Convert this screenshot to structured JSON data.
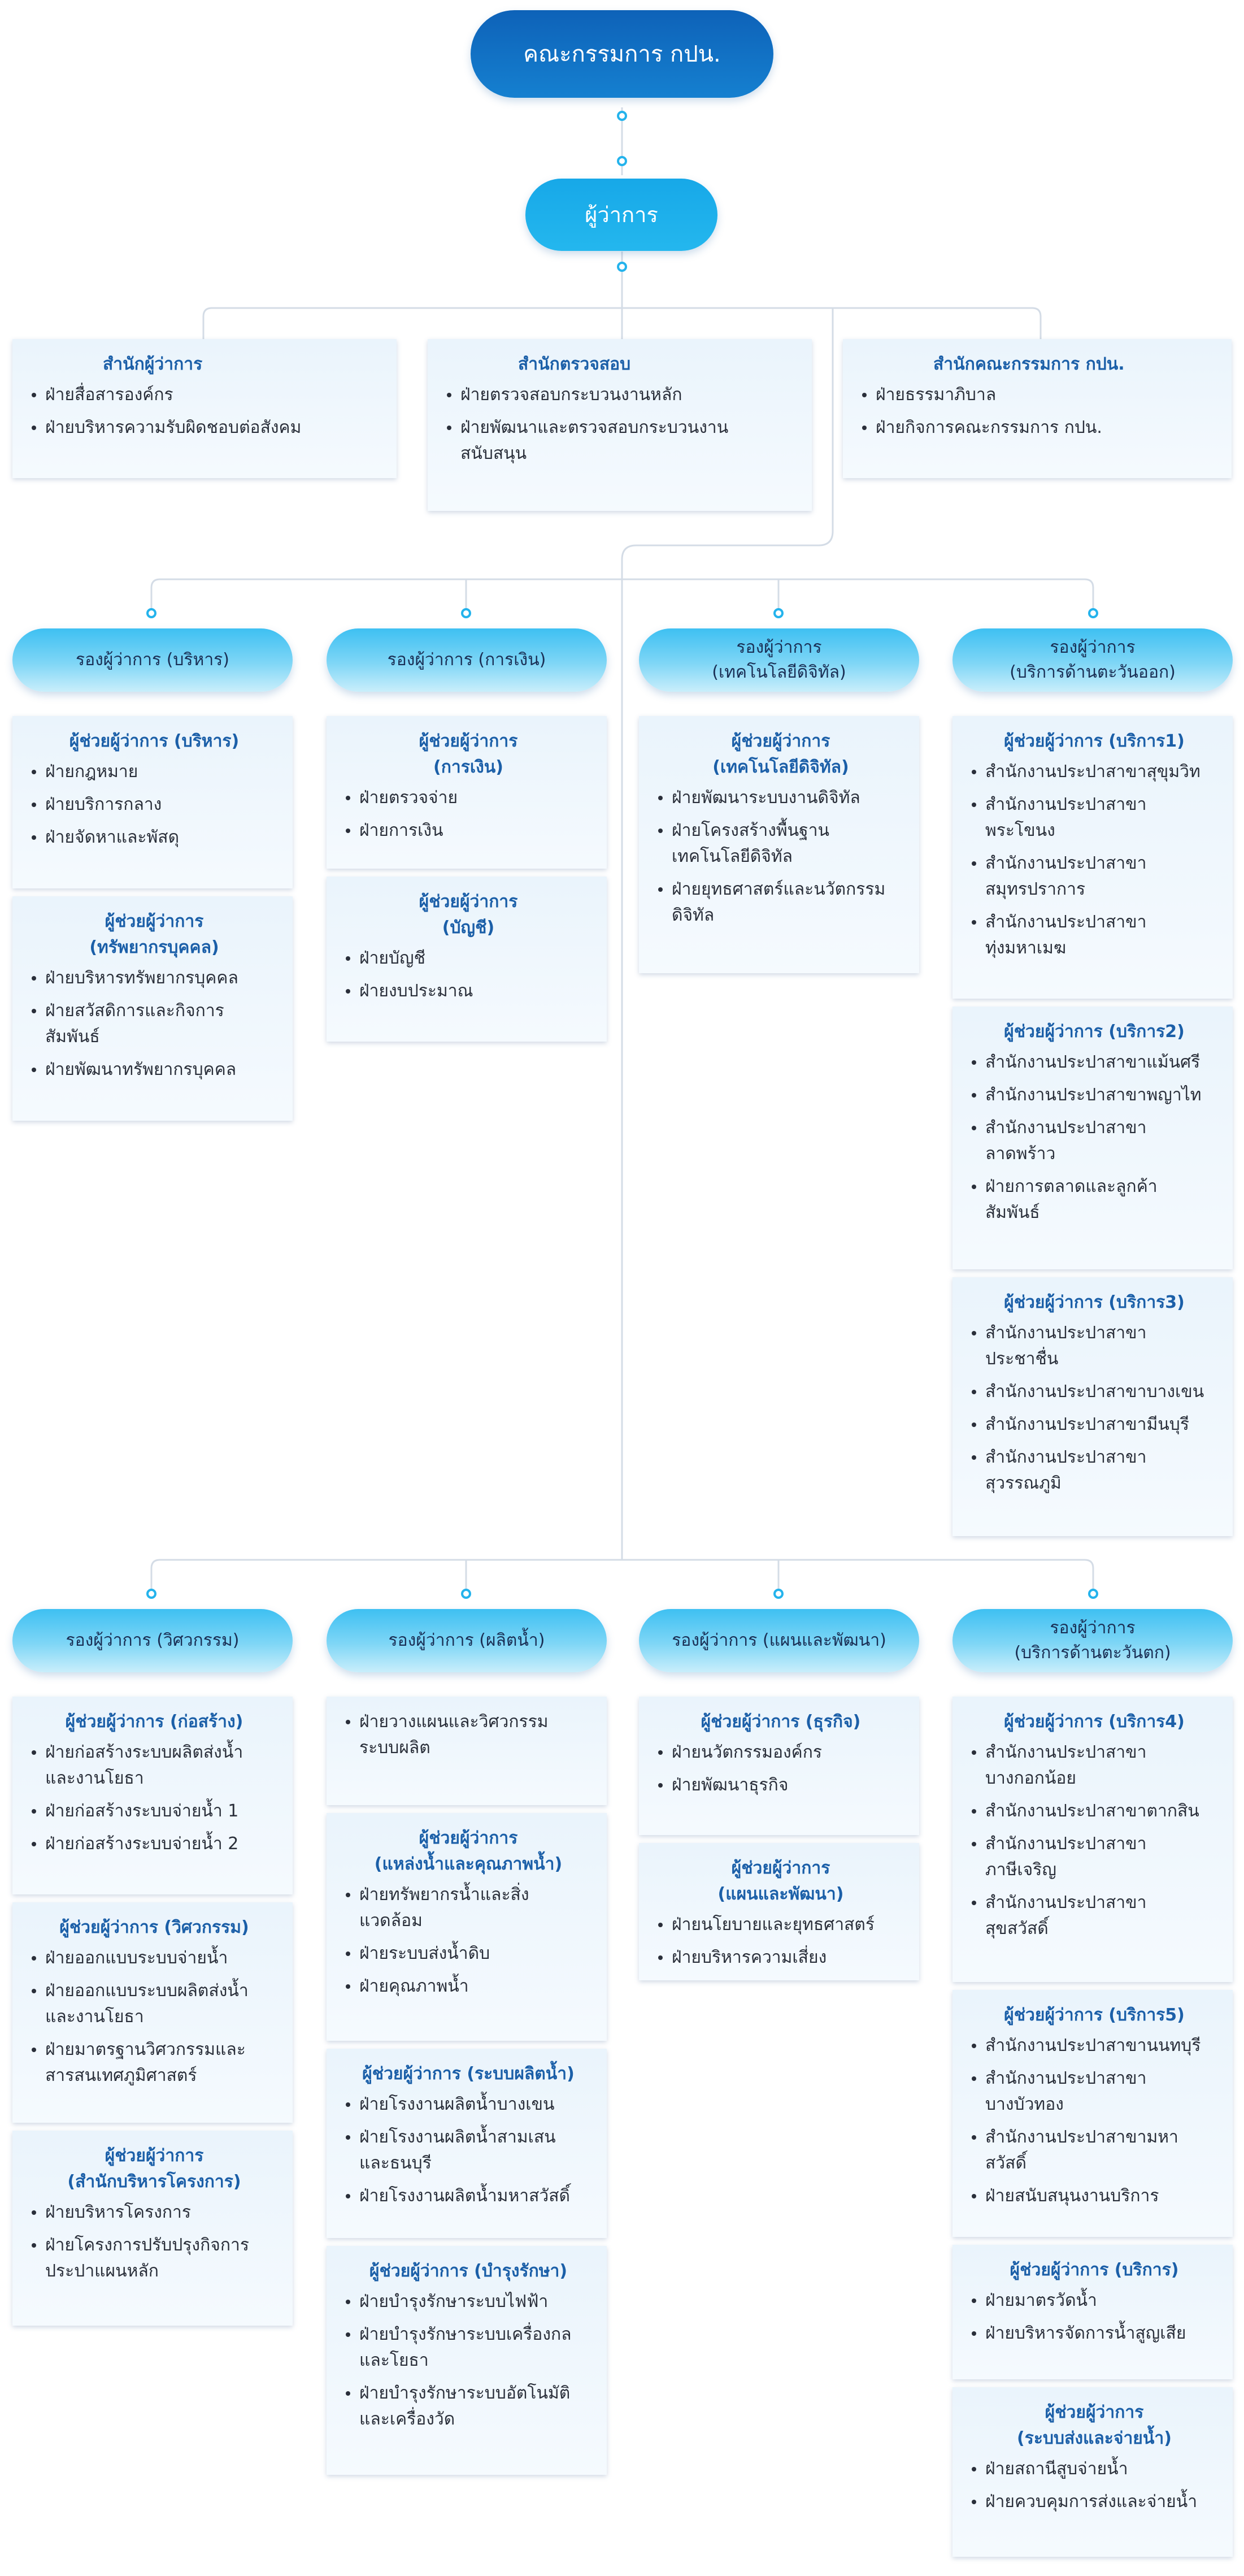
{
  "board": "คณะกรรมการ กปน.",
  "governor": "ผู้ว่าการ",
  "offices": [
    {
      "title": "สำนักผู้ว่าการ",
      "items": [
        "ฝ่ายสื่อสารองค์กร",
        "ฝ่ายบริหารความรับผิดชอบต่อสังคม"
      ]
    },
    {
      "title": "สำนักตรวจสอบ",
      "items": [
        "ฝ่ายตรวจสอบกระบวนงานหลัก",
        "ฝ่ายพัฒนาและตรวจสอบกระบวนงาน\nสนับสนุน"
      ]
    },
    {
      "title": "สำนักคณะกรรมการ กปน.",
      "items": [
        "ฝ่ายธรรมาภิบาล",
        "ฝ่ายกิจการคณะกรรมการ กปน."
      ]
    }
  ],
  "deputies_top": [
    {
      "title": "รองผู้ว่าการ (บริหาร)",
      "groups": [
        {
          "title": "ผู้ช่วยผู้ว่าการ (บริหาร)",
          "items": [
            "ฝ่ายกฎหมาย",
            "ฝ่ายบริการกลาง",
            "ฝ่ายจัดหาและพัสดุ"
          ]
        },
        {
          "title": "ผู้ช่วยผู้ว่าการ\n(ทรัพยากรบุคคล)",
          "items": [
            "ฝ่ายบริหารทรัพยากรบุคคล",
            "ฝ่ายสวัสดิการและกิจการ\nสัมพันธ์",
            "ฝ่ายพัฒนาทรัพยากรบุคคล"
          ]
        }
      ]
    },
    {
      "title": "รองผู้ว่าการ (การเงิน)",
      "groups": [
        {
          "title": "ผู้ช่วยผู้ว่าการ\n(การเงิน)",
          "items": [
            "ฝ่ายตรวจจ่าย",
            "ฝ่ายการเงิน"
          ]
        },
        {
          "title": "ผู้ช่วยผู้ว่าการ\n(บัญชี)",
          "items": [
            "ฝ่ายบัญชี",
            "ฝ่ายงบประมาณ"
          ]
        }
      ]
    },
    {
      "title": "รองผู้ว่าการ\n(เทคโนโลยีดิจิทัล)",
      "groups": [
        {
          "title": "ผู้ช่วยผู้ว่าการ\n(เทคโนโลยีดิจิทัล)",
          "items": [
            "ฝ่ายพัฒนาระบบงานดิจิทัล",
            "ฝ่ายโครงสร้างพื้นฐาน\nเทคโนโลยีดิจิทัล",
            "ฝ่ายยุทธศาสตร์และนวัตกรรม\nดิจิทัล"
          ]
        }
      ]
    },
    {
      "title": "รองผู้ว่าการ\n(บริการด้านตะวันออก)",
      "groups": [
        {
          "title": "ผู้ช่วยผู้ว่าการ (บริการ1)",
          "items": [
            "สำนักงานประปาสาขาสุขุมวิท",
            "สำนักงานประปาสาขา\nพระโขนง",
            "สำนักงานประปาสาขา\nสมุทรปราการ",
            "สำนักงานประปาสาขา\nทุ่งมหาเมฆ"
          ]
        },
        {
          "title": "ผู้ช่วยผู้ว่าการ (บริการ2)",
          "items": [
            "สำนักงานประปาสาขาแม้นศรี",
            "สำนักงานประปาสาขาพญาไท",
            "สำนักงานประปาสาขา\nลาดพร้าว",
            "ฝ่ายการตลาดและลูกค้า\nสัมพันธ์"
          ]
        },
        {
          "title": "ผู้ช่วยผู้ว่าการ (บริการ3)",
          "items": [
            "สำนักงานประปาสาขา\nประชาชื่น",
            "สำนักงานประปาสาขาบางเขน",
            "สำนักงานประปาสาขามีนบุรี",
            "สำนักงานประปาสาขา\nสุวรรณภูมิ"
          ]
        }
      ]
    }
  ],
  "deputies_bottom": [
    {
      "title": "รองผู้ว่าการ (วิศวกรรม)",
      "groups": [
        {
          "title": "ผู้ช่วยผู้ว่าการ (ก่อสร้าง)",
          "items": [
            "ฝ่ายก่อสร้างระบบผลิตส่งน้ำ\nและงานโยธา",
            "ฝ่ายก่อสร้างระบบจ่ายน้ำ 1",
            "ฝ่ายก่อสร้างระบบจ่ายน้ำ 2"
          ]
        },
        {
          "title": "ผู้ช่วยผู้ว่าการ (วิศวกรรม)",
          "items": [
            "ฝ่ายออกแบบระบบจ่ายน้ำ",
            "ฝ่ายออกแบบระบบผลิตส่งน้ำ\nและงานโยธา",
            "ฝ่ายมาตรฐานวิศวกรรมและ\nสารสนเทศภูมิศาสตร์"
          ]
        },
        {
          "title": "ผู้ช่วยผู้ว่าการ\n(สำนักบริหารโครงการ)",
          "items": [
            "ฝ่ายบริหารโครงการ",
            "ฝ่ายโครงการปรับปรุงกิจการ\nประปาแผนหลัก"
          ]
        }
      ]
    },
    {
      "title": "รองผู้ว่าการ (ผลิตน้ำ)",
      "groups": [
        {
          "title": "",
          "items": [
            "ฝ่ายวางแผนและวิศวกรรม\nระบบผลิต"
          ]
        },
        {
          "title": "ผู้ช่วยผู้ว่าการ\n(แหล่งน้ำและคุณภาพน้ำ)",
          "items": [
            "ฝ่ายทรัพยากรน้ำและสิ่ง\nแวดล้อม",
            "ฝ่ายระบบส่งน้ำดิบ",
            "ฝ่ายคุณภาพน้ำ"
          ]
        },
        {
          "title": "ผู้ช่วยผู้ว่าการ (ระบบผลิตน้ำ)",
          "items": [
            "ฝ่ายโรงงานผลิตน้ำบางเขน",
            "ฝ่ายโรงงานผลิตน้ำสามเสน\nและธนบุรี",
            "ฝ่ายโรงงานผลิตน้ำมหาสวัสดิ์"
          ]
        },
        {
          "title": "ผู้ช่วยผู้ว่าการ (บำรุงรักษา)",
          "items": [
            "ฝ่ายบำรุงรักษาระบบไฟฟ้า",
            "ฝ่ายบำรุงรักษาระบบเครื่องกล\nและโยธา",
            "ฝ่ายบำรุงรักษาระบบอัตโนมัติ\nและเครื่องวัด"
          ]
        }
      ]
    },
    {
      "title": "รองผู้ว่าการ (แผนและพัฒนา)",
      "groups": [
        {
          "title": "ผู้ช่วยผู้ว่าการ (ธุรกิจ)",
          "items": [
            "ฝ่ายนวัตกรรมองค์กร",
            "ฝ่ายพัฒนาธุรกิจ"
          ]
        },
        {
          "title": "ผู้ช่วยผู้ว่าการ\n(แผนและพัฒนา)",
          "items": [
            "ฝ่ายนโยบายและยุทธศาสตร์",
            "ฝ่ายบริหารความเสี่ยง"
          ]
        }
      ]
    },
    {
      "title": "รองผู้ว่าการ\n(บริการด้านตะวันตก)",
      "groups": [
        {
          "title": "ผู้ช่วยผู้ว่าการ (บริการ4)",
          "items": [
            "สำนักงานประปาสาขา\nบางกอกน้อย",
            "สำนักงานประปาสาขาตากสิน",
            "สำนักงานประปาสาขา\nภาษีเจริญ",
            "สำนักงานประปาสาขา\nสุขสวัสดิ์"
          ]
        },
        {
          "title": "ผู้ช่วยผู้ว่าการ (บริการ5)",
          "items": [
            "สำนักงานประปาสาขานนทบุรี",
            "สำนักงานประปาสาขา\nบางบัวทอง",
            "สำนักงานประปาสาขามหา\nสวัสดิ์",
            "ฝ่ายสนับสนุนงานบริการ"
          ]
        },
        {
          "title": "ผู้ช่วยผู้ว่าการ (บริการ)",
          "items": [
            "ฝ่ายมาตรวัดน้ำ",
            "ฝ่ายบริหารจัดการน้ำสูญเสีย"
          ]
        },
        {
          "title": "ผู้ช่วยผู้ว่าการ\n(ระบบส่งและจ่ายน้ำ)",
          "items": [
            "ฝ่ายสถานีสูบจ่ายน้ำ",
            "ฝ่ายควบคุมการส่งและจ่ายน้ำ"
          ]
        }
      ]
    }
  ]
}
